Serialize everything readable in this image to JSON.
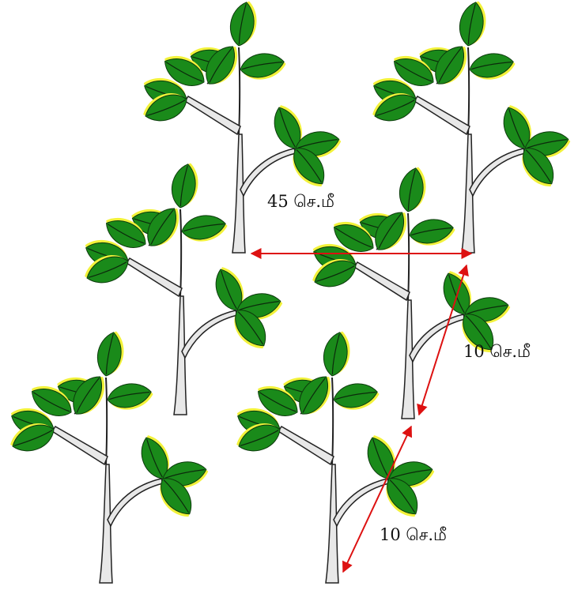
{
  "diagram": {
    "plants": [
      {
        "name": "plant-top-left"
      },
      {
        "name": "plant-top-right"
      },
      {
        "name": "plant-middle-left"
      },
      {
        "name": "plant-middle-right"
      },
      {
        "name": "plant-bottom-left"
      },
      {
        "name": "plant-bottom-middle"
      }
    ],
    "measurements": {
      "row_spacing": "45  செ.மீ",
      "plant_spacing_upper": "10  செ.மீ",
      "plant_spacing_lower": "10  செ.மீ"
    },
    "colors": {
      "leaf": "#1a8a1a",
      "leaf_edge": "#0c3a0c",
      "leaf_highlight": "#f2f23a",
      "stem_fill": "#e8e8e8",
      "stem_outline": "#222222",
      "arrow": "#dd1111"
    }
  }
}
